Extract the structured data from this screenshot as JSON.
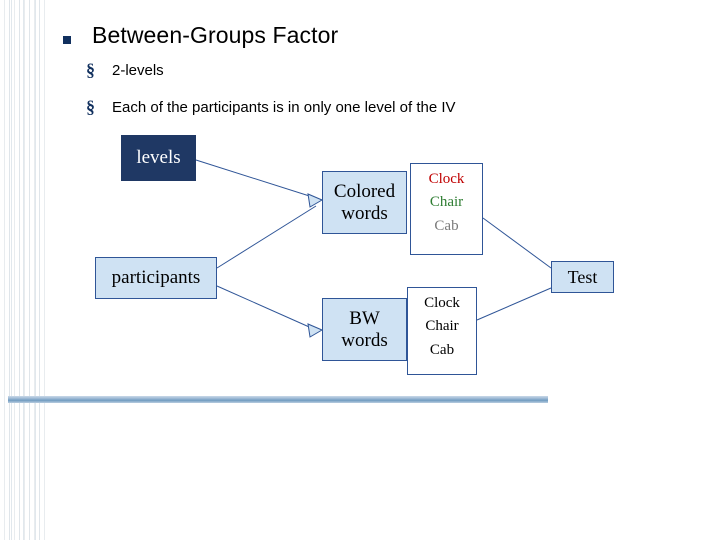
{
  "slide": {
    "title": "Between-Groups Factor",
    "bullets": [
      {
        "marker": "§",
        "text": "2-levels"
      },
      {
        "marker": "§",
        "text": "Each of the participants is in only one level of the IV"
      }
    ],
    "colors": {
      "title_bullet": "#11305e",
      "dark_box": "#1f3864",
      "light_box": "#cfe2f3",
      "box_border": "#2f5597",
      "rule": "#8fb0cf",
      "word_red": "#c00000",
      "word_green": "#2e7d32",
      "word_gray": "#7a7a7a"
    }
  },
  "diagram": {
    "nodes": {
      "levels": "levels",
      "participants": "participants",
      "colored_words_line1": "Colored",
      "colored_words_line2": "words",
      "bw_words_line1": "BW",
      "bw_words_line2": "words",
      "test": "Test"
    },
    "colored_list": [
      {
        "word": "Clock",
        "color": "#c00000"
      },
      {
        "word": "Chair",
        "color": "#2e7d32"
      },
      {
        "word": "Cab",
        "color": "#7a7a7a"
      }
    ],
    "bw_list": [
      {
        "word": "Clock",
        "color": "#000000"
      },
      {
        "word": "Chair",
        "color": "#000000"
      },
      {
        "word": "Cab",
        "color": "#000000"
      }
    ]
  }
}
